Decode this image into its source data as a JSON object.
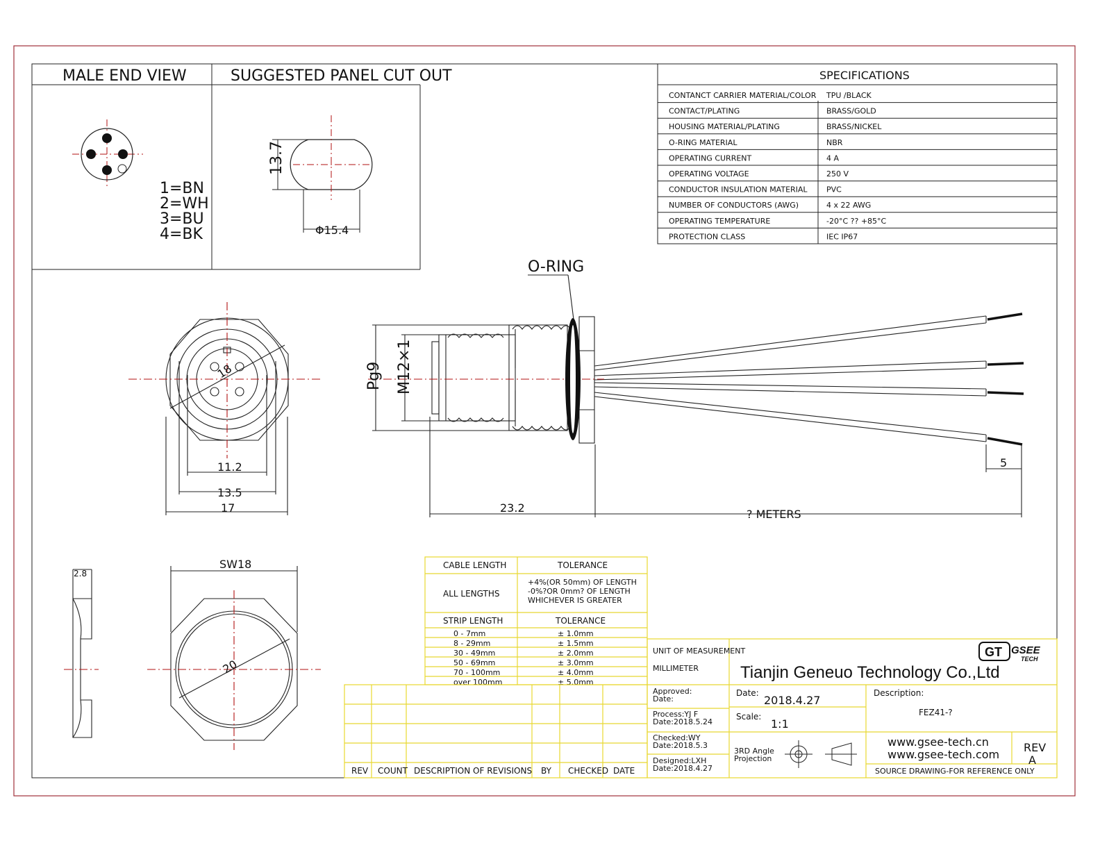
{
  "views": {
    "male_end_view": "MALE END VIEW",
    "panel_cutout": "SUGGESTED PANEL CUT OUT"
  },
  "pins": [
    "1=BN",
    "2=WH",
    "3=BU",
    "4=BK"
  ],
  "cutout_dims": {
    "height": "13.7",
    "diameter": "Φ15.4"
  },
  "specifications": {
    "title": "SPECIFICATIONS",
    "rows": [
      {
        "label": "CONTANCT CARRIER MATERIAL/COLOR",
        "value": "TPU /BLACK"
      },
      {
        "label": "CONTACT/PLATING",
        "value": "BRASS/GOLD"
      },
      {
        "label": "HOUSING MATERIAL/PLATING",
        "value": "BRASS/NICKEL"
      },
      {
        "label": "O-RING MATERIAL",
        "value": "NBR"
      },
      {
        "label": "OPERATING CURRENT",
        "value": "4 A"
      },
      {
        "label": "OPERATING VOLTAGE",
        "value": "250 V"
      },
      {
        "label": "CONDUCTOR INSULATION MATERIAL",
        "value": "PVC"
      },
      {
        "label": "NUMBER OF CONDUCTORS (AWG)",
        "value": "4 x 22 AWG"
      },
      {
        "label": "OPERATING TEMPERATURE",
        "value": "-20°C ?? +85°C"
      },
      {
        "label": "PROTECTION CLASS",
        "value": "IEC  IP67"
      }
    ]
  },
  "front_dims": {
    "d18": "18",
    "d11_2": "11.2",
    "d13_5": "13.5",
    "d17": "17"
  },
  "side_dims": {
    "oring": "O-RING",
    "pg9": "Pg9",
    "m12": "M12×1",
    "d23_2": "23.2",
    "meters": "? METERS",
    "strip": "5"
  },
  "nut_dims": {
    "thk": "2.8",
    "sw": "SW18",
    "dia": "20"
  },
  "tolerance": {
    "h1": "CABLE LENGTH",
    "h2": "TOLERANCE",
    "all_lengths": "ALL LENGTHS",
    "all_tol": [
      "+4%(OR 50mm) OF LENGTH",
      "-0%?OR 0mm? OF LENGTH",
      "WHICHEVER  IS  GREATER"
    ],
    "h3": "STRIP LENGTH",
    "h4": "TOLERANCE",
    "rows": [
      {
        "len": "0 - 7mm",
        "tol": "± 1.0mm"
      },
      {
        "len": "8 - 29mm",
        "tol": "± 1.5mm"
      },
      {
        "len": "30 - 49mm",
        "tol": "± 2.0mm"
      },
      {
        "len": "50 - 69mm",
        "tol": "± 3.0mm"
      },
      {
        "len": "70 - 100mm",
        "tol": "± 4.0mm"
      },
      {
        "len": "over 100mm",
        "tol": "± 5.0mm"
      }
    ]
  },
  "revisions": {
    "headers": [
      "REV",
      "COUNT",
      "DESCRIPTION  OF  REVISIONS",
      "BY",
      "CHECKED",
      "DATE"
    ]
  },
  "title_block": {
    "uom_label": "UNIT OF MEASUREMENT",
    "uom_value": "MILLIMETER",
    "company": "Tianjin Geneuo Technology Co.,Ltd",
    "logo_gt": "GT",
    "logo_gsee": "GSEE",
    "logo_tech": "TECH",
    "approved": "Approved:",
    "approved_date": "Date:",
    "process": "Process:YJ F",
    "process_date": "Date:2018.5.24",
    "checked": "Checked:WY",
    "checked_date": "Date:2018.5.3",
    "designed": "Designed:LXH",
    "designed_date": "Date:2018.4.27",
    "date_label": "Date:",
    "date_value": "2018.4.27",
    "scale_label": "Scale:",
    "scale_value": "1:1",
    "projection": [
      "3RD Angle",
      "Projection"
    ],
    "desc_label": "Description:",
    "desc_value": "FEZ41-?",
    "web1": "www.gsee-tech.cn",
    "web2": "www.gsee-tech.com",
    "rev_label": "REV",
    "rev_value": "A",
    "source": "SOURCE DRAWING-FOR REFERENCE ONLY"
  },
  "colors": {
    "border": "#a0303a",
    "table": "#e8d830",
    "center": "#b01010",
    "line": "#222222"
  }
}
